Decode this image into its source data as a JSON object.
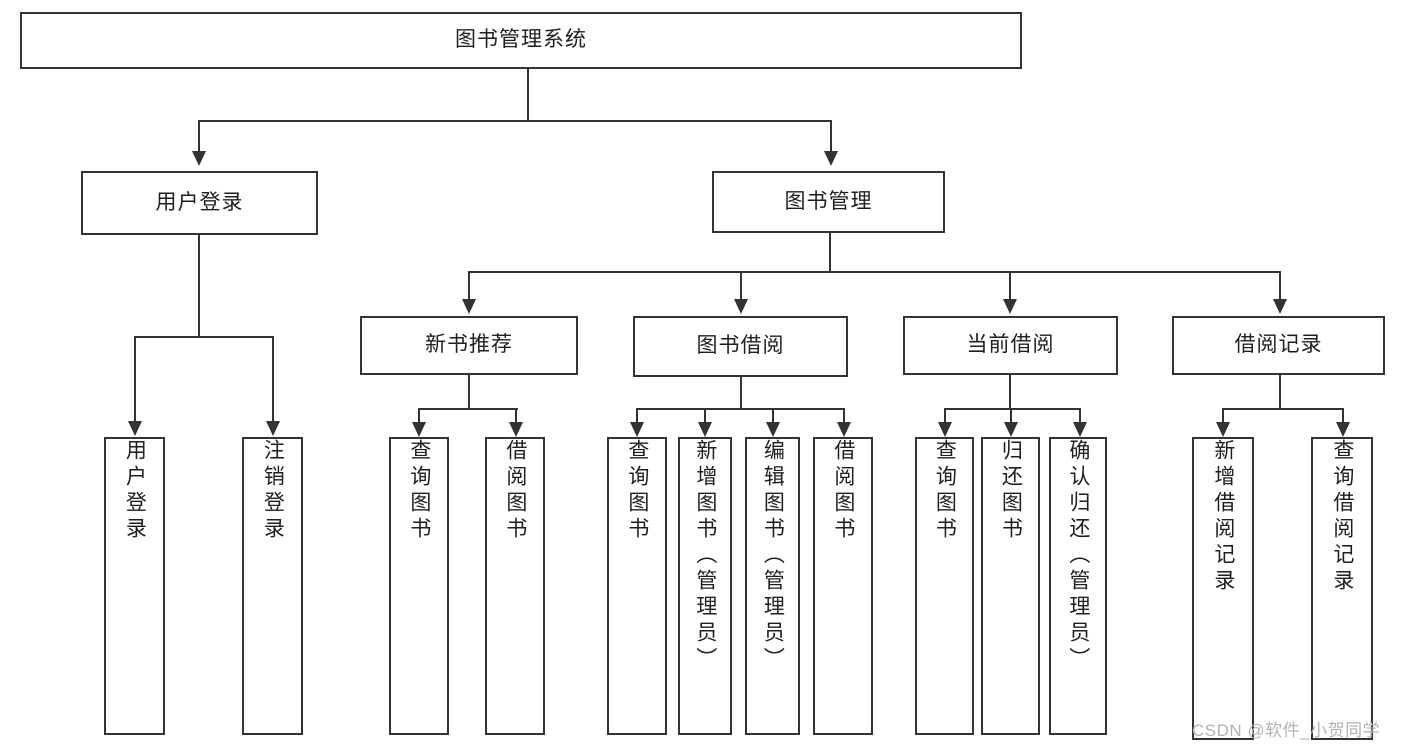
{
  "diagram": {
    "type": "hierarchy-tree",
    "title": "图书管理系统",
    "levels": 4,
    "root": {
      "id": "root",
      "label": "图书管理系统"
    },
    "level2": [
      {
        "id": "user-login",
        "label": "用户登录"
      },
      {
        "id": "book-manage",
        "label": "图书管理"
      }
    ],
    "level3": [
      {
        "id": "new-book-rec",
        "label": "新书推荐",
        "parent": "book-manage"
      },
      {
        "id": "book-borrow",
        "label": "图书借阅",
        "parent": "book-manage"
      },
      {
        "id": "current-borrow",
        "label": "当前借阅",
        "parent": "book-manage"
      },
      {
        "id": "borrow-record",
        "label": "借阅记录",
        "parent": "book-manage"
      }
    ],
    "leaves": [
      {
        "id": "leaf-user-login",
        "label": "用户登录",
        "parent": "user-login"
      },
      {
        "id": "leaf-logout",
        "label": "注销登录",
        "parent": "user-login"
      },
      {
        "id": "leaf-query-book-1",
        "label": "查询图书",
        "parent": "new-book-rec"
      },
      {
        "id": "leaf-borrow-book-1",
        "label": "借阅图书",
        "parent": "new-book-rec"
      },
      {
        "id": "leaf-query-book-2",
        "label": "查询图书",
        "parent": "book-borrow"
      },
      {
        "id": "leaf-add-book",
        "label": "新增图书（管理员）",
        "parent": "book-borrow"
      },
      {
        "id": "leaf-edit-book",
        "label": "编辑图书（管理员）",
        "parent": "book-borrow"
      },
      {
        "id": "leaf-borrow-book-2",
        "label": "借阅图书",
        "parent": "book-borrow"
      },
      {
        "id": "leaf-query-book-3",
        "label": "查询图书",
        "parent": "current-borrow"
      },
      {
        "id": "leaf-return-book",
        "label": "归还图书",
        "parent": "current-borrow"
      },
      {
        "id": "leaf-confirm-return",
        "label": "确认归还（管理员）",
        "parent": "current-borrow"
      },
      {
        "id": "leaf-add-record",
        "label": "新增借阅记录",
        "parent": "borrow-record"
      },
      {
        "id": "leaf-query-record",
        "label": "查询借阅记录",
        "parent": "borrow-record"
      }
    ]
  },
  "watermark": {
    "text": "CSDN @软件_小贺同学"
  },
  "colors": {
    "stroke": "#333333",
    "box_fill": "#ffffff",
    "text": "#1f1f1f",
    "watermark": "#b3b3b3",
    "background": "#ffffff"
  }
}
